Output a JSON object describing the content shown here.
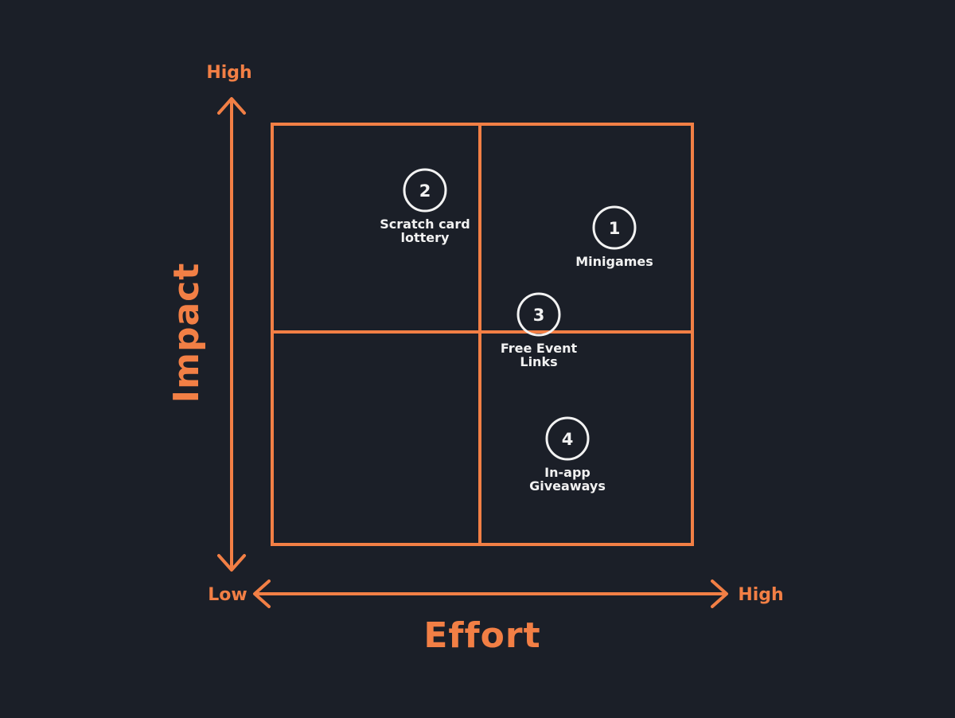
{
  "colors": {
    "background": "#1b1f28",
    "accent": "#f27f45",
    "marker": "#f2f2f2"
  },
  "axes": {
    "y_title": "Impact",
    "y_high": "High",
    "x_title": "Effort",
    "x_low": "Low",
    "x_high": "High"
  },
  "items": [
    {
      "number": "1",
      "label_lines": [
        "Minigames"
      ]
    },
    {
      "number": "2",
      "label_lines": [
        "Scratch card",
        "lottery"
      ]
    },
    {
      "number": "3",
      "label_lines": [
        "Free Event",
        "Links"
      ]
    },
    {
      "number": "4",
      "label_lines": [
        "In-app",
        "Giveaways"
      ]
    }
  ]
}
